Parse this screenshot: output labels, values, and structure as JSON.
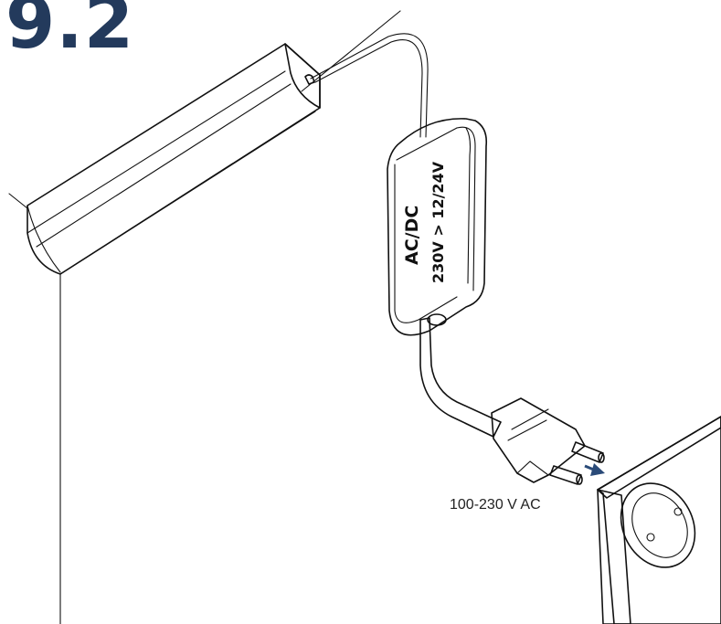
{
  "step_number": "9.2",
  "adapter": {
    "line1": "AC/DC",
    "line2": "230V > 12/24V"
  },
  "mains_voltage": "100-230 V AC",
  "colors": {
    "step_number": "#233a5c",
    "arrow": "#2a4a78",
    "cable": "#a8a8a8",
    "socket": "#c4c4c4"
  }
}
